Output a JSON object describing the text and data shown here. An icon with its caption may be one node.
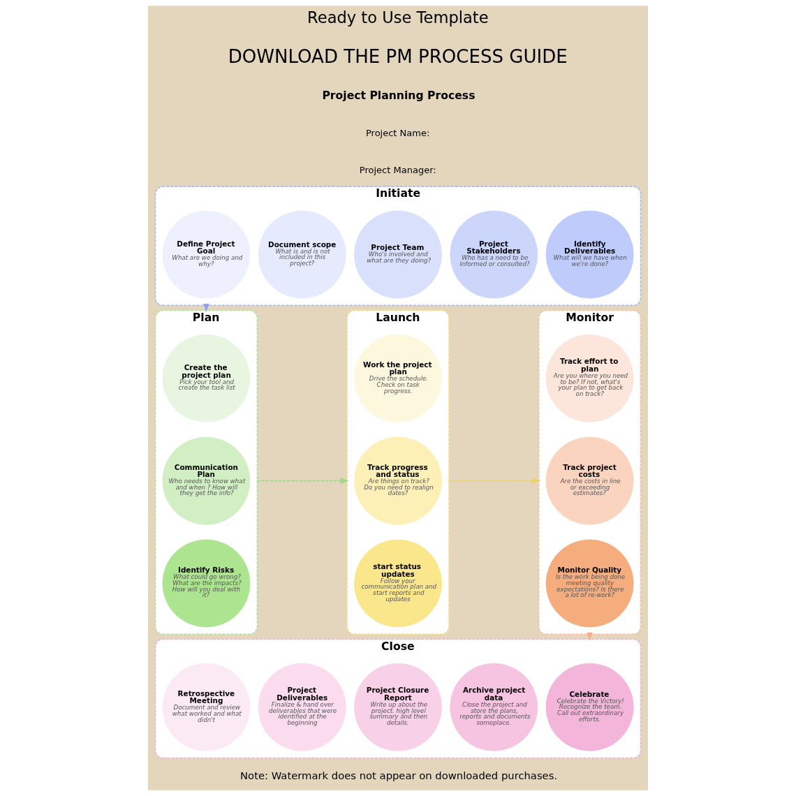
{
  "diagram": {
    "nodes": [
      {
        "text": [
          "Initiate"
        ]
      },
      {
        "text": [
          "Define Project Goal",
          "What are we doing and why?"
        ],
        "in": 0
      },
      {
        "text": [
          "Document scope",
          "What is and is not included in this project?"
        ],
        "in": 0
      },
      {
        "text": [
          "Project Team",
          "Who's involved and what are they doing?"
        ],
        "in": 0
      },
      {
        "text": [
          "Project Stakeholders",
          "Who has a need to be informed or consulted?"
        ],
        "in": 0
      },
      {
        "text": [
          "Identify Deliverables",
          "What will we have when we're done?"
        ],
        "in": 0
      },
      {
        "text": [
          "Plan"
        ]
      },
      {
        "text": [
          "Create the project plan",
          "Pick your tool and create the task list"
        ],
        "in": 6
      },
      {
        "text": [
          "Communication Plan",
          "Who needs to know what and when ? How will they get the info?"
        ],
        "in": 6
      },
      {
        "text": [
          "Identify Risks",
          "What could go wrong? What are the impacts? How will you deal with it?"
        ],
        "in": 6
      },
      {
        "text": [
          "Launch"
        ]
      },
      {
        "text": [
          "Work the project plan",
          "Drive the schedule. Check on task progress."
        ],
        "in": 10
      },
      {
        "text": [
          "Track progress and status",
          "Are things on track? Do you need to realign dates?"
        ],
        "in": 10
      },
      {
        "text": [
          "start status updates",
          "Follow your communication plan and start reports and updates"
        ],
        "in": 10
      },
      {
        "text": [
          "Monitor"
        ]
      },
      {
        "text": [
          "Track effort to plan",
          "Are you where you need to be? If not, what's your plan to get back on track?"
        ],
        "in": 14
      },
      {
        "text": [
          "Track project costs",
          "Are the costs in line or exceeding estimates?"
        ],
        "in": 14
      },
      {
        "text": [
          "Monitor Quality",
          "Is the work being done meeting quality expectations? Is there a lot of re-work?"
        ],
        "in": 14
      },
      {
        "text": [
          "Close"
        ]
      },
      {
        "text": [
          "Retrospective Meeting",
          "Document and review what worked and what didn't"
        ],
        "in": 18
      },
      {
        "text": [
          "Project Deliverables",
          "Finalize & hand over deliverables that were identified at the beginning"
        ],
        "in": 18
      },
      {
        "text": [
          "Project Closure Report",
          "Write up about the project. high level summary and then details."
        ],
        "in": 18
      },
      {
        "text": [
          "Archive project data",
          "Close the project and store the plans, reports and documents someplace."
        ],
        "in": 18
      },
      {
        "text": [
          "Celebrate",
          "Celebrate the Victory! Recognize the team. Call out extraordinary efforts."
        ],
        "in": 18
      }
    ],
    "edges": [
      {
        "from": 0,
        "to": 6,
        "arrow": "to",
        "style": "dashed",
        "color": "#8fa3ef"
      },
      {
        "from": 6,
        "to": 10,
        "arrow": "to",
        "style": "dashed",
        "color": "#9ed68a"
      },
      {
        "from": 10,
        "to": 14,
        "arrow": "to",
        "style": "dashed",
        "color": "#ecd26a"
      },
      {
        "from": 14,
        "to": 18,
        "arrow": "to",
        "style": "dashed",
        "color": "#f4b08c"
      }
    ],
    "labels": [
      "Ready to Use Template",
      "DOWNLOAD THE PM PROCESS GUIDE",
      "Project Planning Process",
      "Project Name:",
      "Project Manager:",
      "Note: Watermark does not appear on downloaded purchases."
    ]
  }
}
